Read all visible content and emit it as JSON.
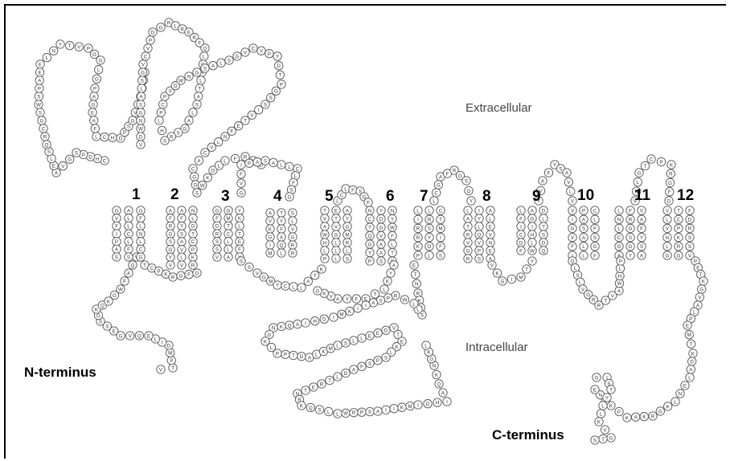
{
  "labels": {
    "extracellular": "Extracellular",
    "intracellular": "Intracellular",
    "n_terminus": "N-terminus",
    "c_terminus": "C-terminus"
  },
  "tm_numbers": [
    "1",
    "2",
    "3",
    "4",
    "5",
    "6",
    "7",
    "8",
    "9",
    "10",
    "11",
    "12"
  ],
  "colors": {
    "outline": "#555555",
    "residue_text": "#333333",
    "border": "#000000"
  },
  "residue_strands": [
    {
      "name": "n-tail",
      "seq": "VTPMDILEQVGESSGKQKGWFAQ"
    },
    {
      "name": "loop-a",
      "seq": "CHDPSGVAELSQRCGSWSPAEELNYTVPGGLGPAGEAFL"
    },
    {
      "name": "loop-b",
      "seq": "VDWNGSALSGVCVPDGRLRERFQLGRLTASLAGSRSHLPCP"
    },
    {
      "name": "loop-c",
      "seq": "YDTPGSSIVTEFNLVCACGDSWKDLLFR"
    },
    {
      "name": "tm-block",
      "seq": "GVFIPASALLCLFSGFLNLCGAFRGSGYVAFYSAVLVNLGTCPKRGFDRSSVGMTCLLAYKLTEFYAVKGIMTYFAQLSLVGRRTVAWHLPETVGLLLAYGMRLSNCTQGYPYDGVAASNYWFLTFLIRRKPLRSYDLCTMIFSLATRVGRIYLQVPSALEVNEALFICDFAGIHLWDLTSDQVI"
    },
    {
      "name": "intracellular-loop",
      "seq": "ETNRKQSLLWRPSAIIKMIDHIAQKNGKLPPTDALKMLSLLEEDVTEKLSPSFADLTR"
    },
    {
      "name": "tm-12",
      "seq": "VWQALFPLVEWLRPLIFLAVCIGALTVSSVYCFLLTRGAIRQM"
    },
    {
      "name": "c-tail",
      "seq": "PETKGVALPEMTKDALENLKGRKAKPKENEGISTYLLKVGTSESPSGT"
    }
  ]
}
